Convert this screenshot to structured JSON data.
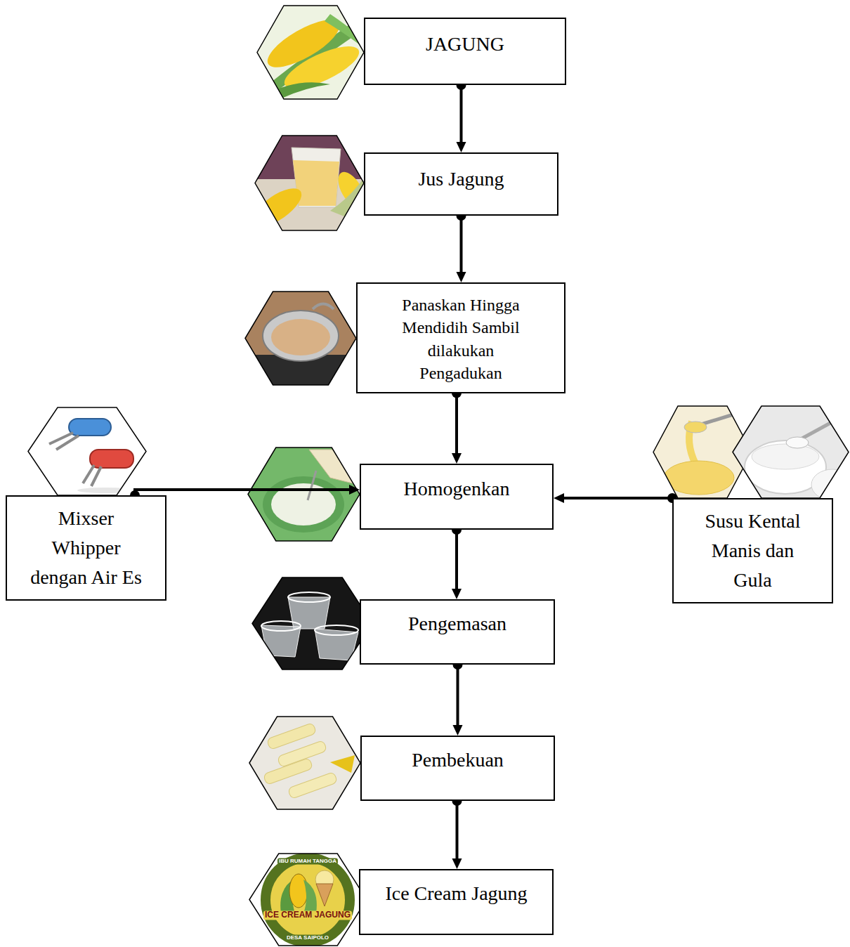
{
  "diagram": {
    "nodes": [
      {
        "text": [
          "JAGUNG"
        ]
      },
      {
        "text": [
          "Jus Jagung"
        ]
      },
      {
        "text": [
          "Panaskan Hingga Mendidih Sambil dilakukan Pengadukan"
        ]
      },
      {
        "text": [
          "Mixser Whipper dengan Air Es"
        ]
      },
      {
        "text": [
          "Homogenkan"
        ]
      },
      {
        "text": [
          "Susu Kental Manis dan Gula"
        ]
      },
      {
        "text": [
          "Pengemasan"
        ]
      },
      {
        "text": [
          "Pembekuan"
        ]
      },
      {
        "text": [
          "Ice Cream Jagung"
        ]
      }
    ],
    "edges": [
      {
        "from": 0,
        "to": 1,
        "arrow": "to"
      },
      {
        "from": 1,
        "to": 2,
        "arrow": "to"
      },
      {
        "from": 2,
        "to": 4,
        "arrow": "to"
      },
      {
        "from": 3,
        "to": 4,
        "arrow": "to"
      },
      {
        "from": 5,
        "to": 4,
        "arrow": "to"
      },
      {
        "from": 4,
        "to": 6,
        "arrow": "to"
      },
      {
        "from": 6,
        "to": 7,
        "arrow": "to"
      },
      {
        "from": 7,
        "to": 8,
        "arrow": "to"
      }
    ],
    "labels": [
      "IBU RUMAH TANGGA",
      "ICE CREAM JAGUNG",
      "DESA SAIPOLO"
    ]
  }
}
